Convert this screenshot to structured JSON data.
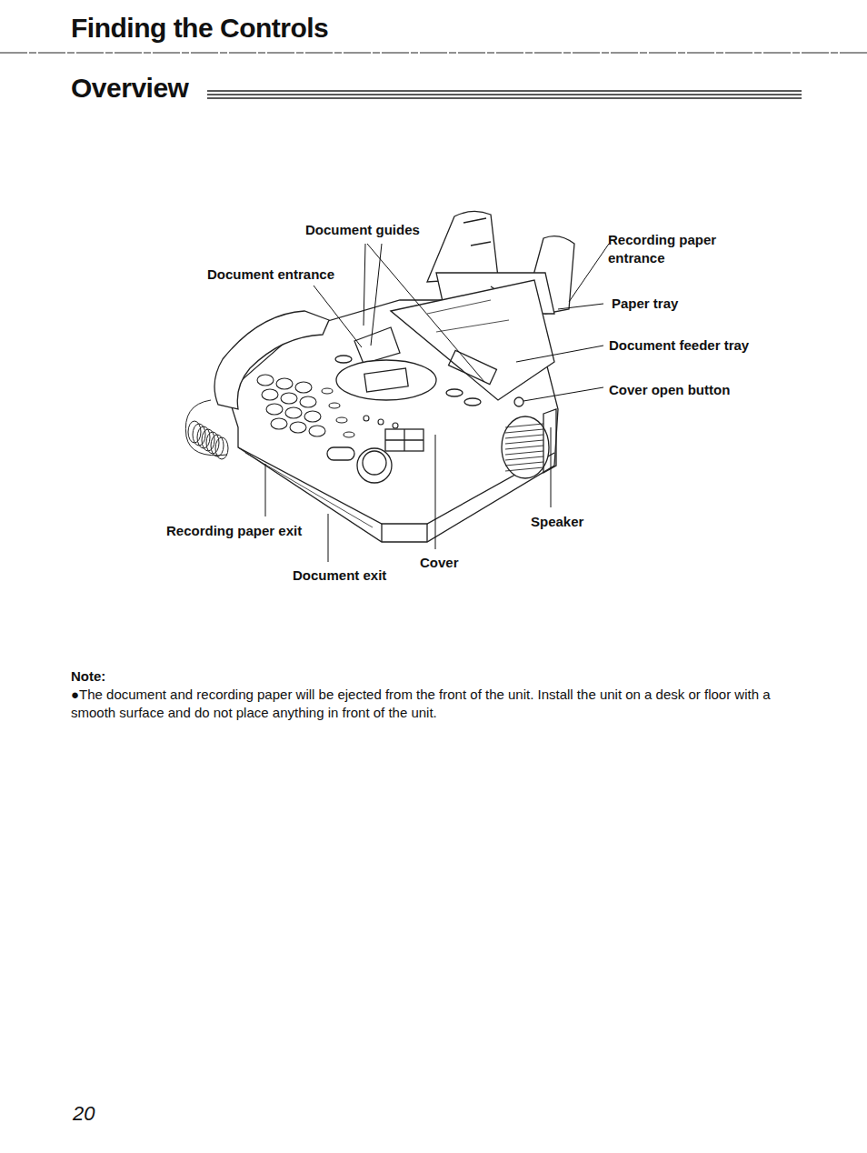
{
  "diagram": {
    "title": "Finding the Controls",
    "labels": [
      "Overview",
      "Document guides",
      "Recording paper entrance",
      "Document entrance",
      "Paper tray",
      "Document feeder tray",
      "Cover open button",
      "Speaker",
      "Recording paper exit",
      "Cover",
      "Document exit",
      "Note:",
      "●The document and recording paper will be ejected from the front of the unit. Install the unit on a desk or floor with a smooth surface and do not place anything in front of the unit.",
      "20"
    ]
  }
}
